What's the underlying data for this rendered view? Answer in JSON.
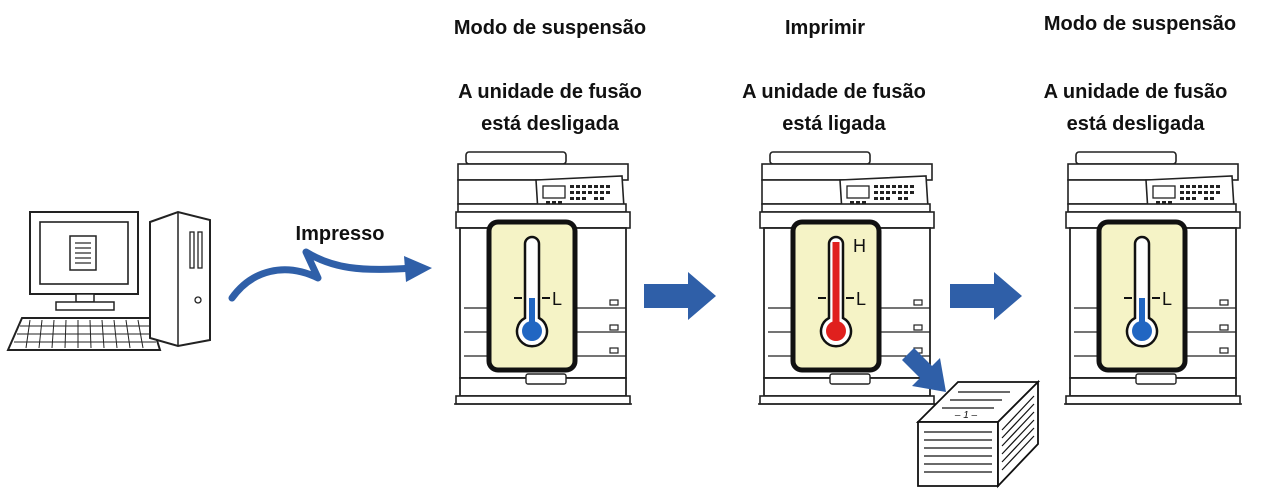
{
  "columns": [
    {
      "mode": "Modo de suspensão",
      "status_line1": "A unidade de fusão",
      "status_line2": "está desligada",
      "thermo_state": "cold",
      "marks": [
        "L"
      ]
    },
    {
      "mode": "Imprimir",
      "status_line1": "A unidade de fusão",
      "status_line2": "está ligada",
      "thermo_state": "hot",
      "marks": [
        "H",
        "L"
      ]
    },
    {
      "mode": "Modo de suspensão",
      "status_line1": "A unidade de fusão",
      "status_line2": "está desligada",
      "thermo_state": "cold",
      "marks": [
        "L"
      ]
    }
  ],
  "print_job_label": "Impresso",
  "page_number": "– 1 –",
  "colors": {
    "arrow": "#2f5fa8",
    "cold": "#2166c2",
    "hot": "#e0201e",
    "thermo_bg": "#f5f3c6"
  }
}
